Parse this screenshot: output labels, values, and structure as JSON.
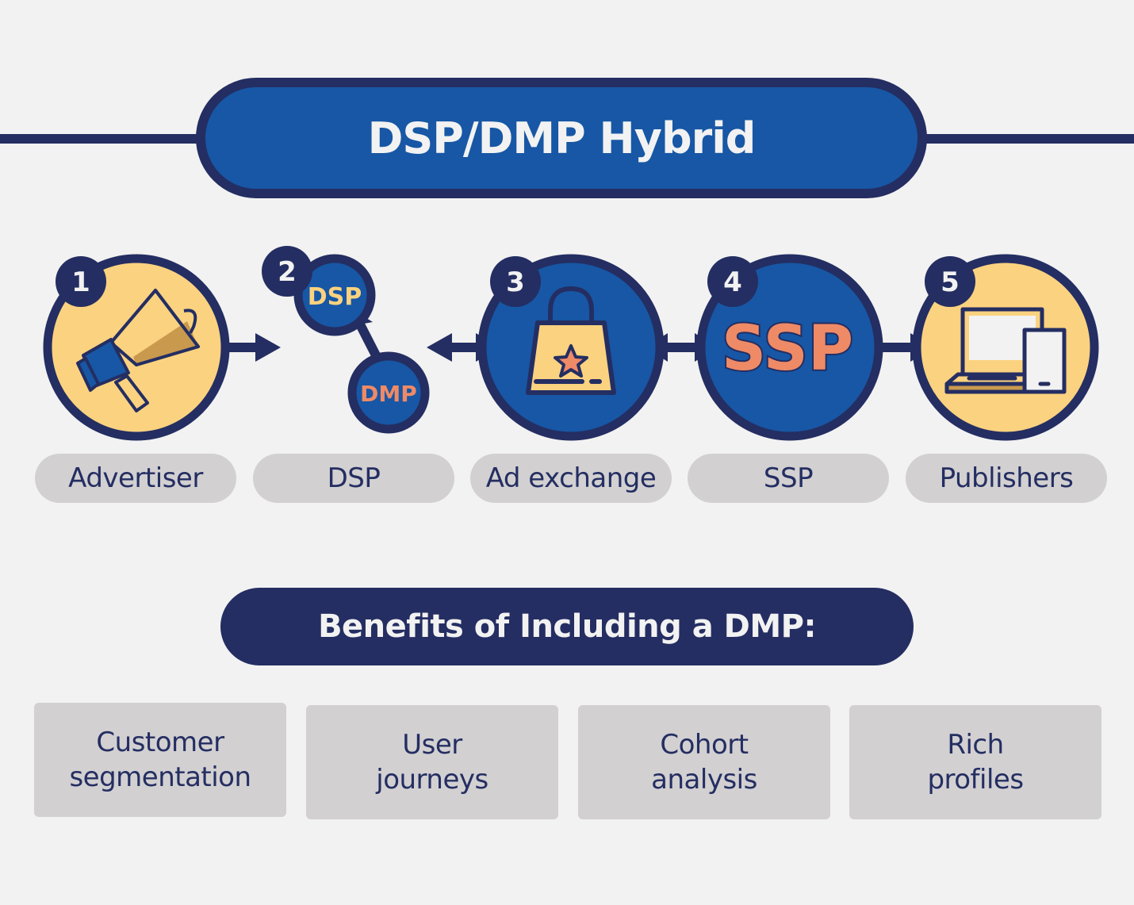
{
  "title": "DSP/DMP Hybrid",
  "colors": {
    "navy": "#242e62",
    "blue": "#1757a5",
    "yellow": "#fbd27f",
    "salmon": "#ef8a66",
    "tan": "#c99a4e",
    "pill_gray": "#d2d0d1",
    "background": "#f2f2f2"
  },
  "steps": [
    {
      "number": "1",
      "label": "Advertiser",
      "icon": "megaphone-icon"
    },
    {
      "number": "2",
      "label": "DSP",
      "icon": "dsp-dmp-nodes-icon",
      "sub_nodes": [
        "DSP",
        "DMP"
      ]
    },
    {
      "number": "3",
      "label": "Ad exchange",
      "icon": "shopping-bag-star-icon"
    },
    {
      "number": "4",
      "label": "SSP",
      "icon": "ssp-text-icon",
      "icon_text": "SSP"
    },
    {
      "number": "5",
      "label": "Publishers",
      "icon": "laptop-phone-icon"
    }
  ],
  "benefits": {
    "heading": "Benefits of Including a DMP:",
    "items": [
      {
        "line1": "Customer",
        "line2": "segmentation"
      },
      {
        "line1": "User",
        "line2": "journeys"
      },
      {
        "line1": "Cohort",
        "line2": "analysis"
      },
      {
        "line1": "Rich",
        "line2": "profiles"
      }
    ]
  }
}
